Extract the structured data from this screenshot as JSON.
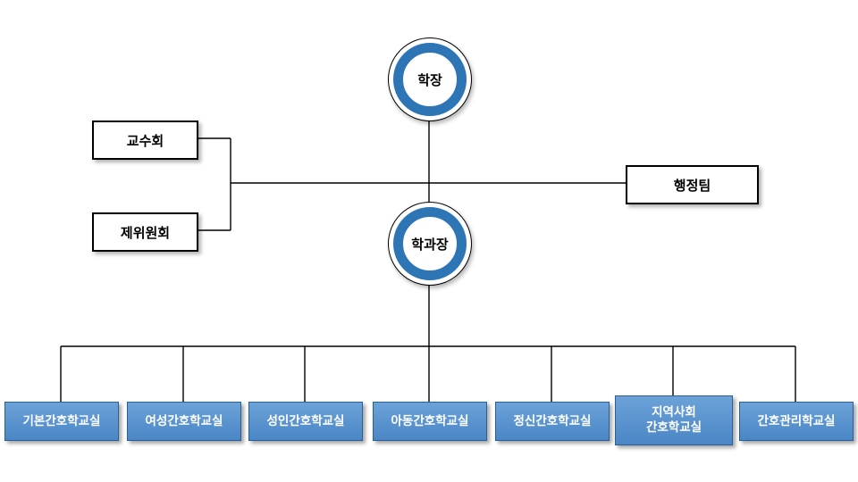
{
  "dean": {
    "label": "학장"
  },
  "dept_head": {
    "label": "학과장"
  },
  "faculty_council": {
    "label": "교수회"
  },
  "committees": {
    "label": "제위원회"
  },
  "admin_team": {
    "label": "행정팀"
  },
  "departments": [
    {
      "label": "기본간호학교실"
    },
    {
      "label": "여성간호학교실"
    },
    {
      "label": "성인간호학교실"
    },
    {
      "label": "아동간호학교실"
    },
    {
      "label": "정신간호학교실"
    },
    {
      "label": "지역사회\n간호학교실"
    },
    {
      "label": "간호관리학교실"
    }
  ],
  "colors": {
    "ring_blue": "#2E75B6",
    "dept_fill": "#4A86C6",
    "dept_border": "#2E5F94",
    "line": "#000000"
  }
}
